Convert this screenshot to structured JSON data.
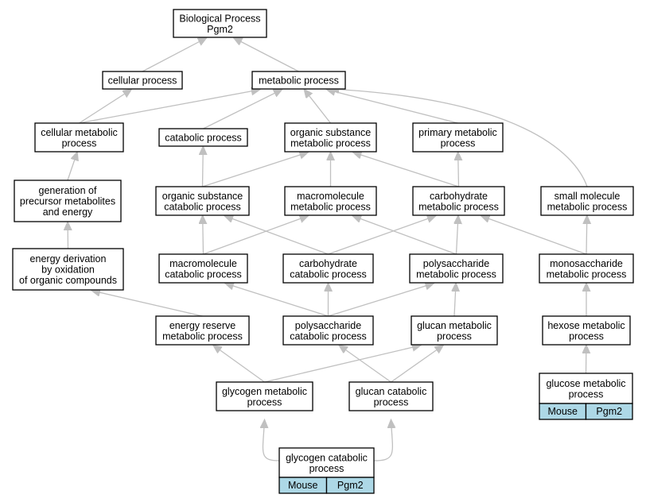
{
  "nodes": {
    "bp": [
      "Biological Process",
      "Pgm2"
    ],
    "cellular": [
      "cellular process"
    ],
    "metabolic": [
      "metabolic process"
    ],
    "cellmet": [
      "cellular metabolic",
      "process"
    ],
    "catabolic": [
      "catabolic process"
    ],
    "orgsub": [
      "organic substance",
      "metabolic process"
    ],
    "primary": [
      "primary metabolic",
      "process"
    ],
    "genprec": [
      "generation of",
      "precursor metabolites",
      "and energy"
    ],
    "orgsubcat": [
      "organic substance",
      "catabolic process"
    ],
    "macromet": [
      "macromolecule",
      "metabolic process"
    ],
    "carbmet": [
      "carbohydrate",
      "metabolic process"
    ],
    "smallmol": [
      "small molecule",
      "metabolic process"
    ],
    "energyderiv": [
      "energy derivation",
      "by oxidation",
      "of organic compounds"
    ],
    "macrocat": [
      "macromolecule",
      "catabolic process"
    ],
    "carbcat": [
      "carbohydrate",
      "catabolic process"
    ],
    "polymet": [
      "polysaccharide",
      "metabolic process"
    ],
    "monomet": [
      "monosaccharide",
      "metabolic process"
    ],
    "energyres": [
      "energy reserve",
      "metabolic process"
    ],
    "polycat": [
      "polysaccharide",
      "catabolic process"
    ],
    "glucanmet": [
      "glucan metabolic",
      "process"
    ],
    "hexose": [
      "hexose metabolic",
      "process"
    ],
    "glycogenmet": [
      "glycogen metabolic",
      "process"
    ],
    "glucancat": [
      "glucan catabolic",
      "process"
    ],
    "glucosemet": [
      "glucose metabolic",
      "process"
    ],
    "glycogencat": [
      "glycogen catabolic",
      "process"
    ]
  },
  "annotations": {
    "glucosemet": [
      "Mouse",
      "Pgm2"
    ],
    "glycogencat": [
      "Mouse",
      "Pgm2"
    ]
  },
  "colors": {
    "edge": "#c0c0c0",
    "annotation_cell": "#add8e6",
    "node_border": "#000000"
  }
}
